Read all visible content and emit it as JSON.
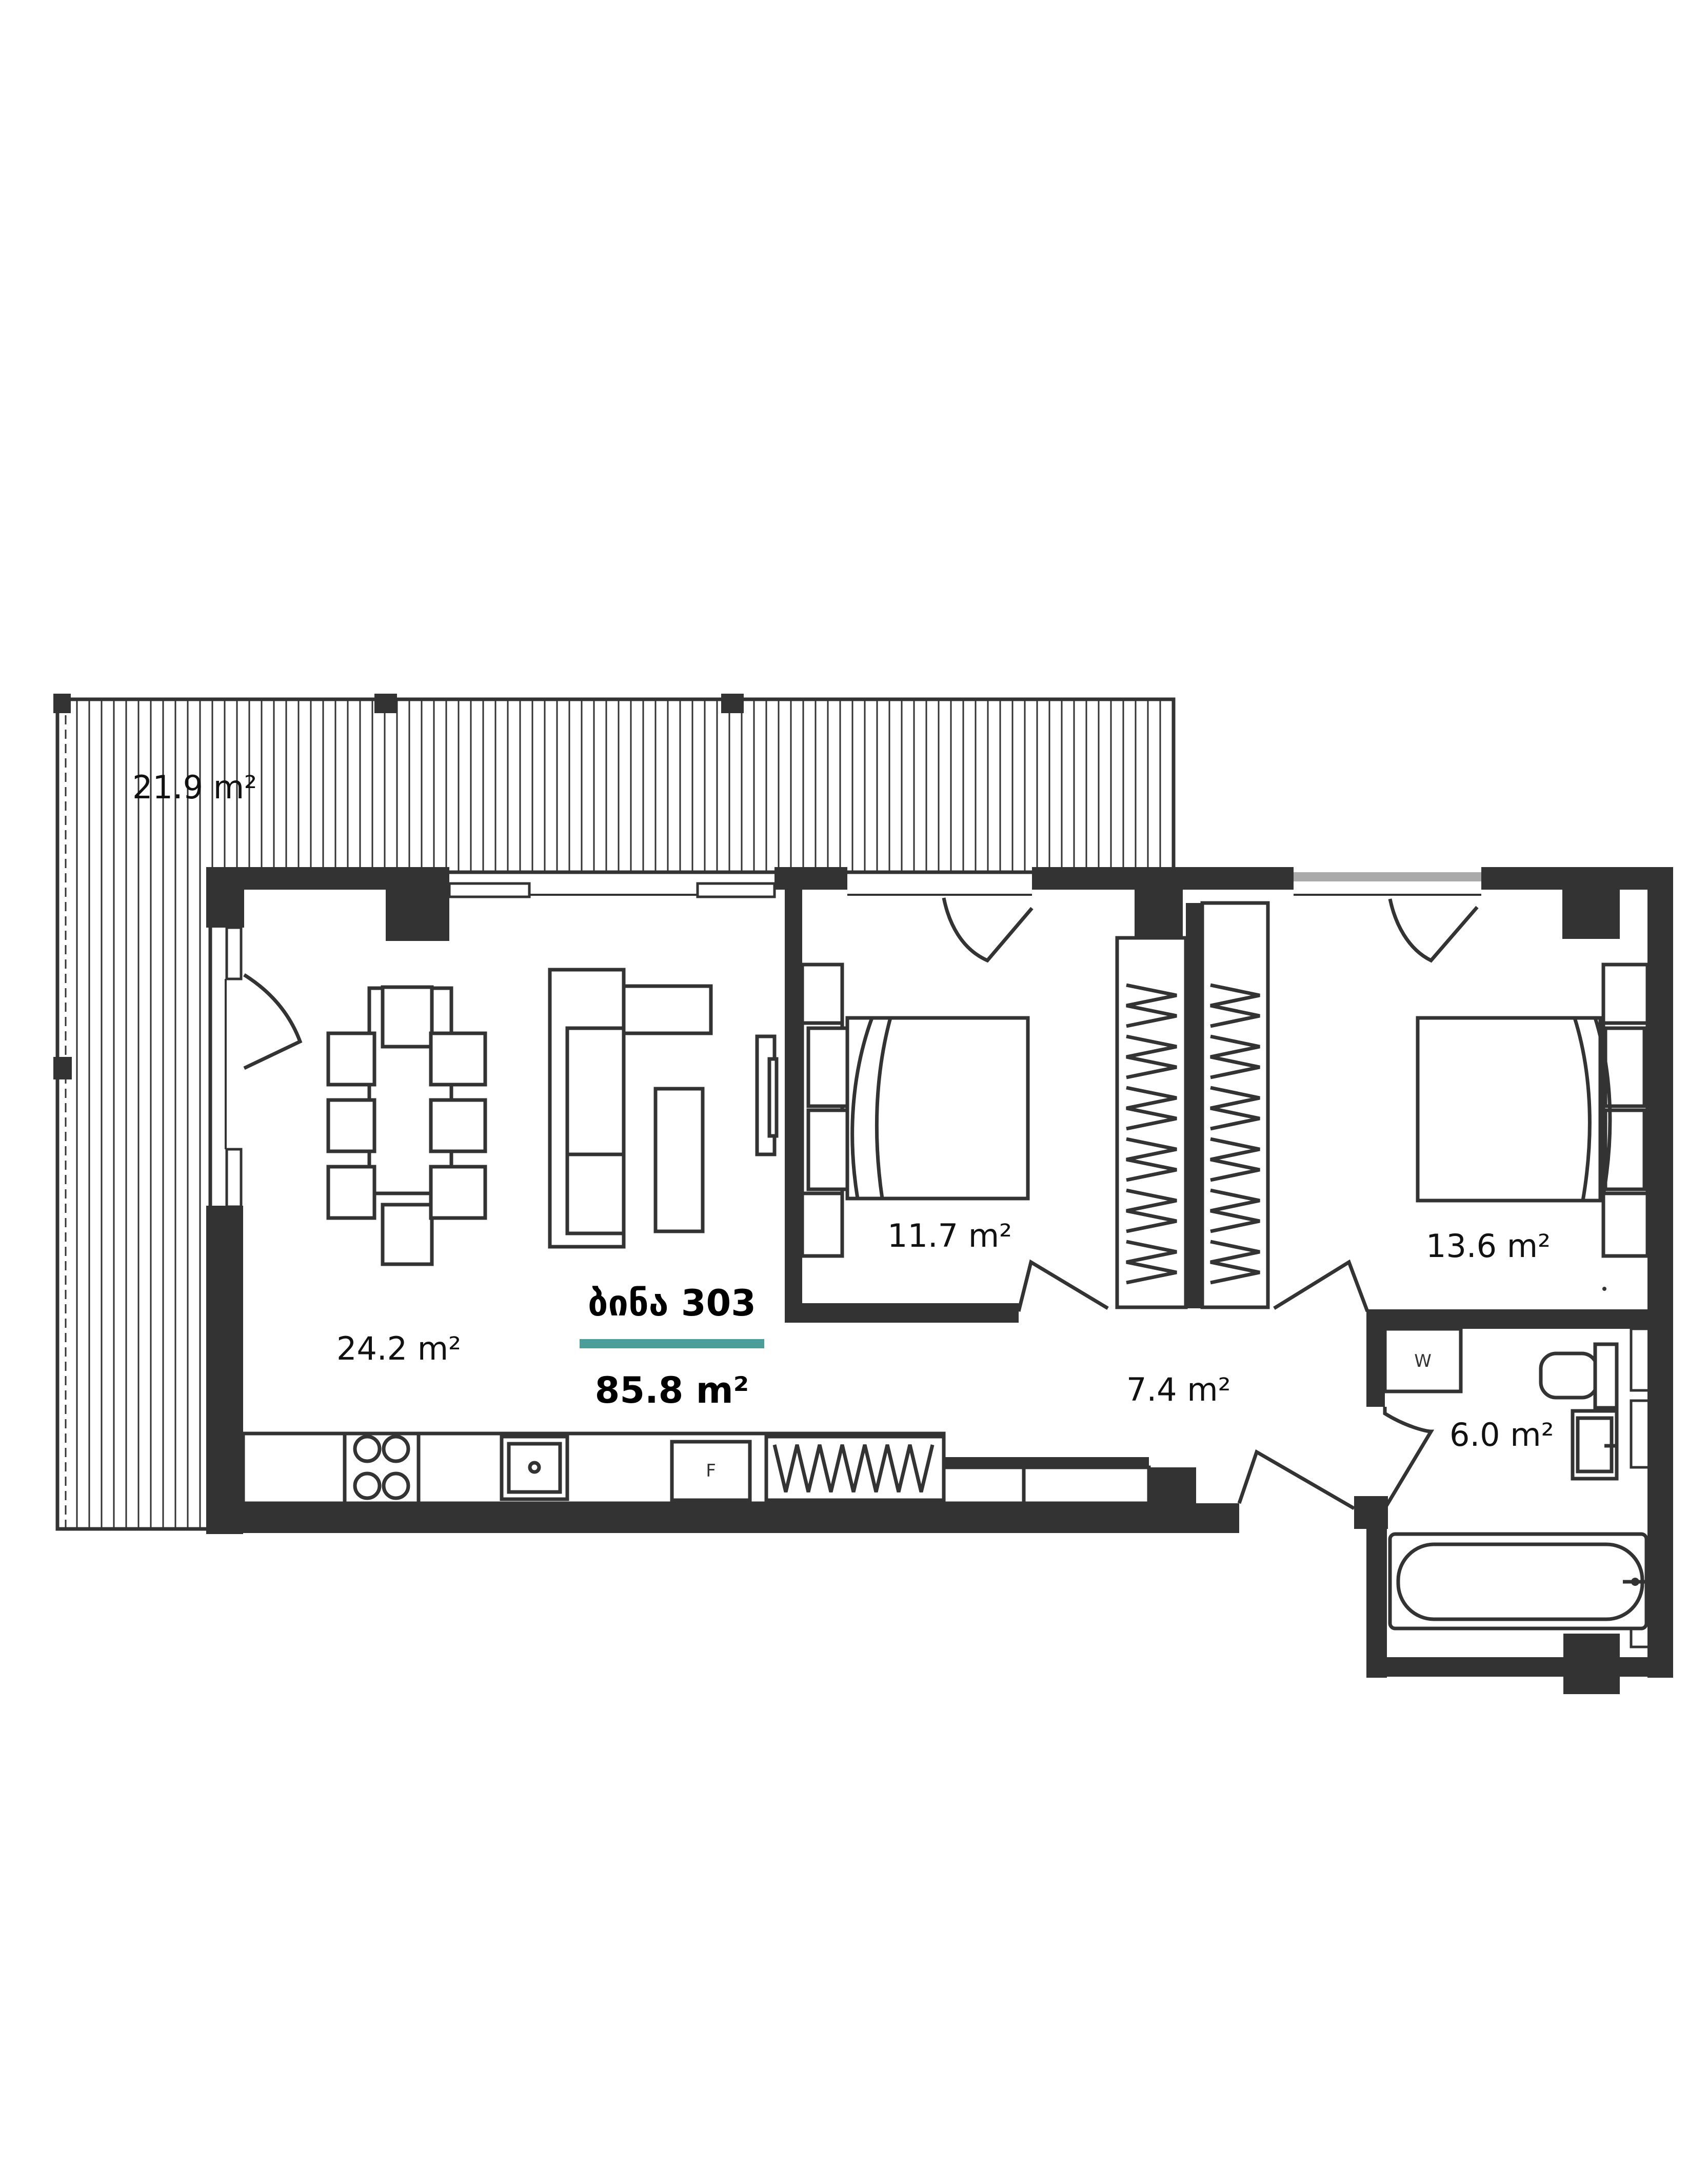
{
  "plan": {
    "apartment_name": "ბინა 303",
    "total_area": "85.8 m²",
    "accent_color": "#4a9d99",
    "wall_color": "#333333"
  },
  "rooms": [
    {
      "id": "terrace",
      "label": "21.9 m²"
    },
    {
      "id": "living",
      "label": "24.2 m²"
    },
    {
      "id": "bedroom1",
      "label": "11.7 m²"
    },
    {
      "id": "bedroom2",
      "label": "13.6 m²"
    },
    {
      "id": "hall",
      "label": "7.4 m²"
    },
    {
      "id": "bathroom",
      "label": "6.0 m²"
    }
  ],
  "fixtures": {
    "washer": "W",
    "fridge": "F"
  }
}
